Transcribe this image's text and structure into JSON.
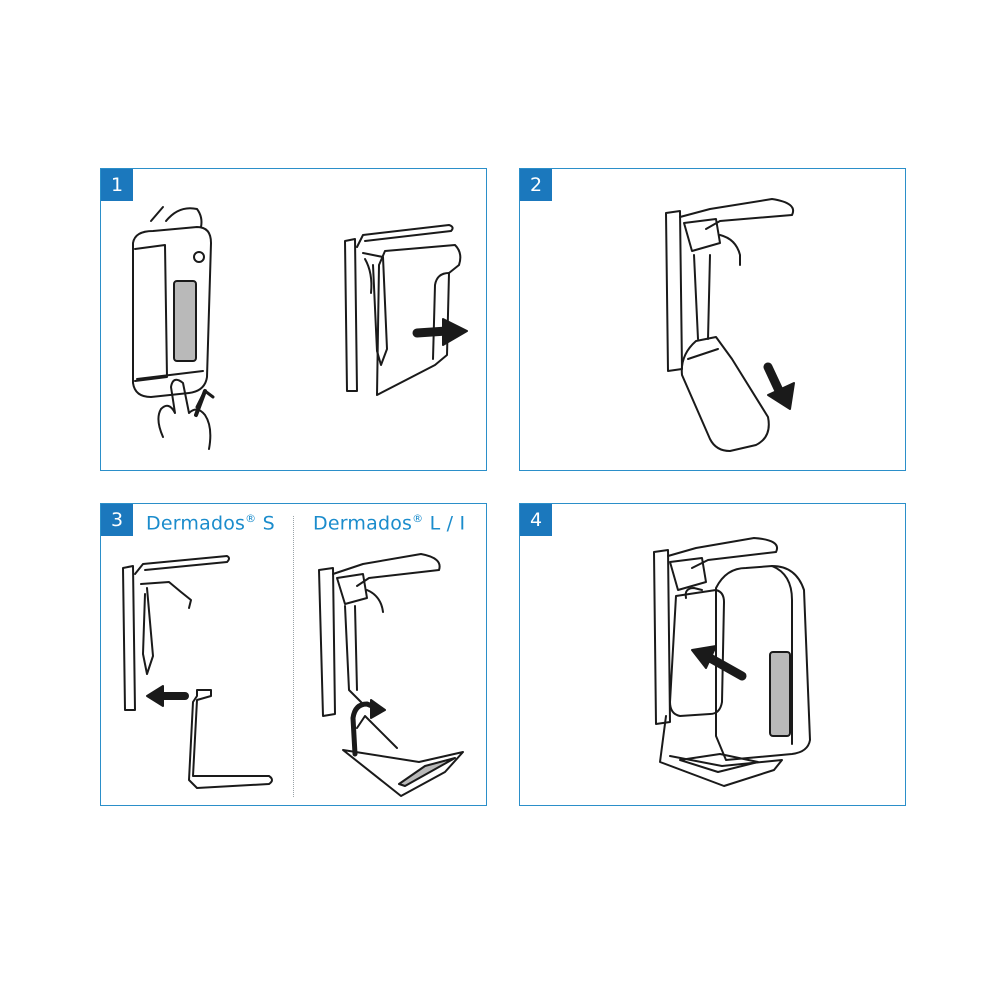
{
  "steps": [
    {
      "number": "1"
    },
    {
      "number": "2"
    },
    {
      "number": "3",
      "variants": [
        {
          "name": "Dermados",
          "mark": "®",
          "suffix": "S"
        },
        {
          "name": "Dermados",
          "mark": "®",
          "suffix": "L / I"
        }
      ]
    },
    {
      "number": "4"
    }
  ],
  "colors": {
    "accent": "#1b78bd",
    "border": "#2b8fc9",
    "label": "#1b8ccc",
    "line": "#1a1a1a",
    "window": "#b9b9b9"
  }
}
